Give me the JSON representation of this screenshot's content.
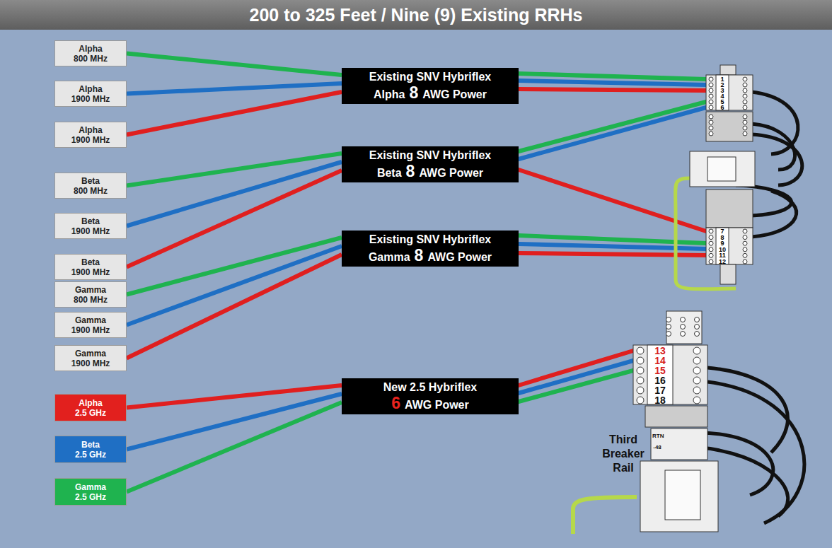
{
  "diagram": {
    "title": "200 to 325 Feet / Nine (9) Existing RRHs",
    "nodes": [
      {
        "text": [
          "Alpha",
          "800 MHz"
        ]
      },
      {
        "text": [
          "Alpha",
          "1900 MHz"
        ]
      },
      {
        "text": [
          "Alpha",
          "1900 MHz"
        ]
      },
      {
        "text": [
          "Beta",
          "800 MHz"
        ]
      },
      {
        "text": [
          "Beta",
          "1900 MHz"
        ]
      },
      {
        "text": [
          "Beta",
          "1900 MHz"
        ]
      },
      {
        "text": [
          "Gamma",
          "800 MHz"
        ]
      },
      {
        "text": [
          "Gamma",
          "1900 MHz"
        ]
      },
      {
        "text": [
          "Gamma",
          "1900 MHz"
        ]
      },
      {
        "text": [
          "Alpha",
          "2.5 GHz"
        ]
      },
      {
        "text": [
          "Beta",
          "2.5 GHz"
        ]
      },
      {
        "text": [
          "Gamma",
          "2.5 GHz"
        ]
      },
      {
        "text": [
          "Existing SNV Hybriflex",
          "Alpha",
          "8",
          "AWG Power"
        ]
      },
      {
        "text": [
          "Existing SNV Hybriflex",
          "Beta",
          "8",
          "AWG Power"
        ]
      },
      {
        "text": [
          "Existing SNV Hybriflex",
          "Gamma",
          "8",
          "AWG Power"
        ]
      },
      {
        "text": [
          "New 2.5 Hybriflex",
          "6",
          "AWG Power"
        ]
      }
    ],
    "edges": [
      {
        "from": 0,
        "to": 12,
        "arrow": "none"
      },
      {
        "from": 1,
        "to": 12,
        "arrow": "none"
      },
      {
        "from": 2,
        "to": 12,
        "arrow": "none"
      },
      {
        "from": 3,
        "to": 13,
        "arrow": "none"
      },
      {
        "from": 4,
        "to": 13,
        "arrow": "none"
      },
      {
        "from": 5,
        "to": 13,
        "arrow": "none"
      },
      {
        "from": 6,
        "to": 14,
        "arrow": "none"
      },
      {
        "from": 7,
        "to": 14,
        "arrow": "none"
      },
      {
        "from": 8,
        "to": 14,
        "arrow": "none"
      },
      {
        "from": 9,
        "to": 15,
        "arrow": "none"
      },
      {
        "from": 10,
        "to": 15,
        "arrow": "none"
      },
      {
        "from": 11,
        "to": 15,
        "arrow": "none"
      }
    ],
    "labels": [
      "1",
      "2",
      "3",
      "4",
      "5",
      "6",
      "7",
      "8",
      "9",
      "10",
      "11",
      "12",
      "13",
      "14",
      "15",
      "16",
      "17",
      "18",
      "Third Breaker Rail",
      "RTN",
      "-48"
    ]
  }
}
